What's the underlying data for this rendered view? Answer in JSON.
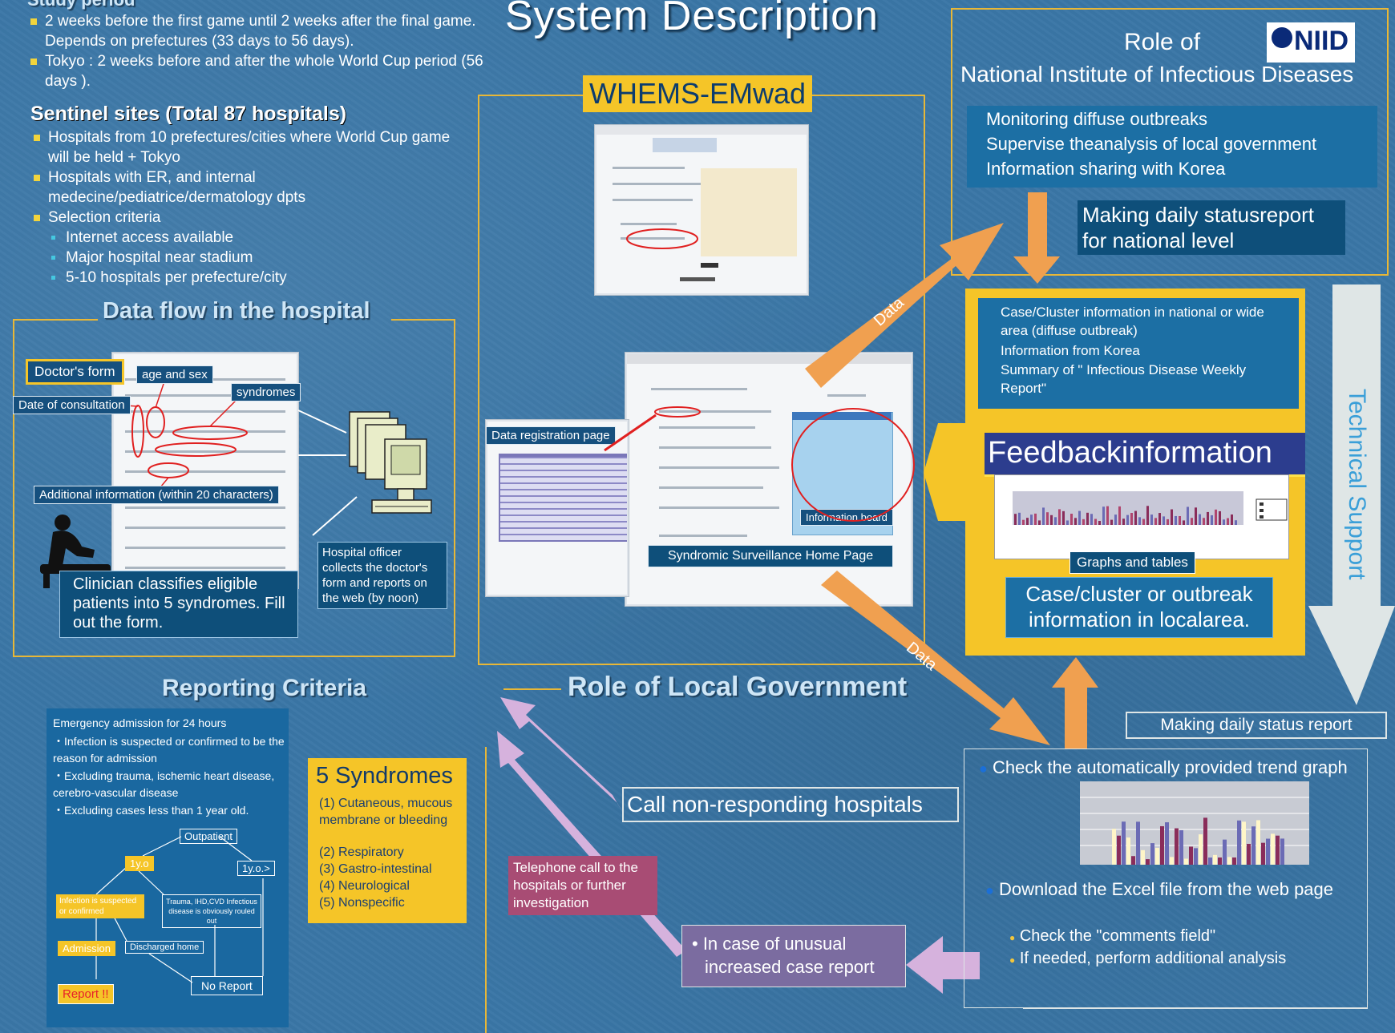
{
  "title": "System Description",
  "study": {
    "heading": "Study period",
    "items": [
      "2 weeks before the first game until 2 weeks after the final game. Depends on prefectures (33 days to 56 days).",
      "Tokyo : 2 weeks before and after the whole World Cup period (56 days )."
    ]
  },
  "sentinel": {
    "heading": "Sentinel sites (Total 87 hospitals)",
    "items": [
      "Hospitals from 10 prefectures/cities where World Cup game will be held + Tokyo",
      "Hospitals with ER, and internal medecine/pediatrice/dermatology dpts",
      "Selection criteria"
    ],
    "criteria": [
      "Internet access available",
      "Major hospital near stadium",
      "5-10 hospitals per prefecture/city"
    ]
  },
  "dataflow": {
    "heading": "Data flow in the hospital",
    "doctors_form": "Doctor's form",
    "age_sex": "age and sex",
    "syndromes": "syndromes",
    "date": "Date of consultation",
    "additional": "Additional information (within 20 characters)",
    "clinician": "Clinician classifies eligible patients into 5 syndromes. Fill out the form.",
    "officer": "Hospital officer collects the doctor's form and reports on the web (by noon)"
  },
  "whems": {
    "title": "WHEMS-EMwad",
    "data_registration": "Data registration page",
    "info_board": "Information board",
    "home_page": "Syndromic Surveillance Home Page"
  },
  "niid": {
    "role_line1": "Role of",
    "role_line2": "National Institute of Infectious Diseases",
    "logo": "NIID",
    "duties": [
      "Monitoring diffuse outbreaks",
      "Supervise theanalysis of local government",
      "Information sharing with Korea"
    ],
    "daily_report": "Making daily statusreport for national level"
  },
  "feedback": {
    "info": [
      "Case/Cluster information in national or wide area (diffuse outbreak)",
      "Information from Korea",
      "Summary of \" Infectious Disease Weekly Report\""
    ],
    "title": "Feedbackinformation",
    "graphs_tables": "Graphs and tables",
    "local_info": "Case/cluster or outbreak information in localarea."
  },
  "technical_support": "Technical Support",
  "arrow_data": "Data",
  "local_gov": {
    "heading": "Role of Local Government",
    "making_report": "Making daily status report",
    "check_trend": "Check the automatically provided trend graph",
    "download": "Download the Excel file from the web page",
    "sub1": "Check the \"comments field\"",
    "sub2": "If needed, perform additional analysis",
    "call": "Call non-responding hospitals",
    "telephone": "Telephone call to the hospitals or further investigation",
    "unusual_line1": "• In case of unusual",
    "unusual_line2": "increased case report"
  },
  "reporting": {
    "heading": "Reporting Criteria",
    "lines": [
      "Emergency admission for 24 hours",
      "・Infection is suspected or confirmed to be the reason for admission",
      "・Excluding trauma, ischemic heart disease, cerebro-vascular disease",
      "・Excluding cases less than 1 year old."
    ],
    "flow": {
      "outpatient": "Outpatient",
      "y1": "1y.o",
      "y1more": "1y.o.>",
      "infection": "Infection is suspected or confirmed",
      "trauma": "Trauma, IHD,CVD Infectious disease is obviously rouled out",
      "admission": "Admission",
      "discharged": "Discharged home",
      "report": "Report !!",
      "noreport": "No Report"
    }
  },
  "syndromes": {
    "title": "5 Syndromes",
    "items": [
      "(1) Cutaneous, mucous membrane or bleeding",
      "(2) Respiratory",
      "(3) Gastro-intestinal",
      "(4) Neurological",
      "(5) Nonspecific"
    ]
  },
  "colors": {
    "accent_yellow": "#f5c528",
    "arrow_orange": "#f0a050",
    "arrow_lilac": "#d6b2dd",
    "dark_box": "#0e4f7a"
  }
}
